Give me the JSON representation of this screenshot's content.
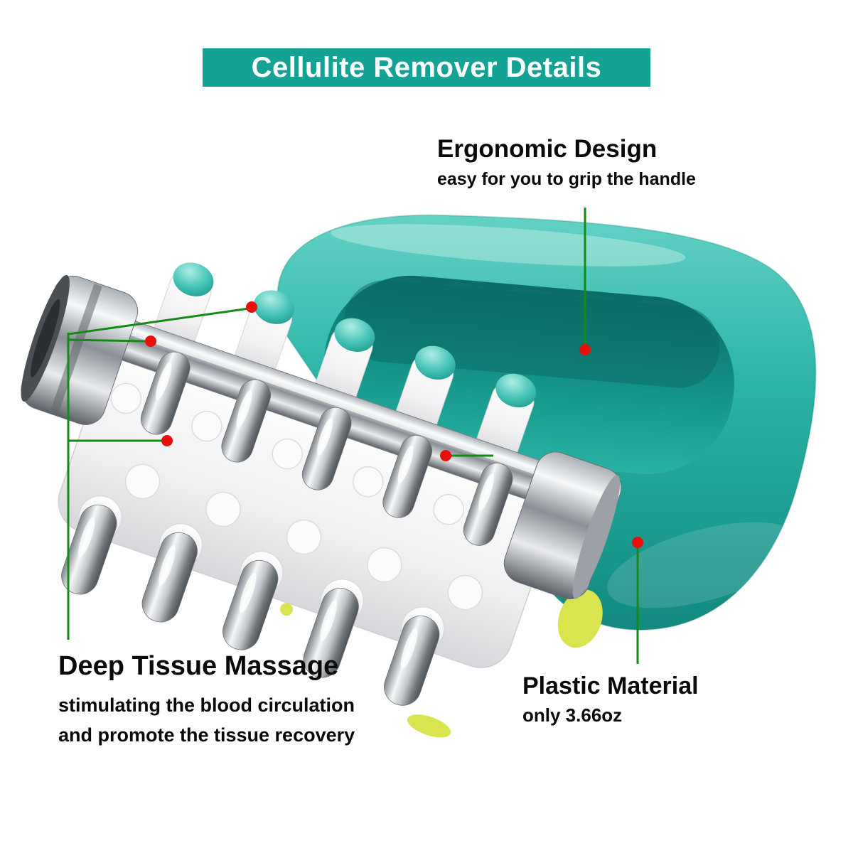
{
  "banner": {
    "title": "Cellulite Remover Details"
  },
  "callouts": {
    "ergonomic": {
      "title": "Ergonomic Design",
      "subtitle": "easy for you to grip the handle"
    },
    "deep_tissue": {
      "title": "Deep Tissue Massage",
      "line1": "stimulating the blood circulation",
      "line2": "and promote the tissue recovery"
    },
    "plastic": {
      "title": "Plastic Material",
      "subtitle": "only 3.66oz"
    }
  },
  "colors": {
    "banner_bg": "#14a295",
    "banner_text": "#ffffff",
    "handle_teal": "#2bb3a6",
    "handle_recess_teal": "#16958a",
    "callout_line_green": "#168a16",
    "callout_dot_red": "#e8100c",
    "body_text": "#0a0a0a",
    "roller_white": "#f0f0f2",
    "chrome": "#c2c6ca",
    "accent_yellow": "#d9e44e"
  },
  "illustration": {
    "description": "teal handheld cellulite remover massage roller with chrome massage pins and teal-tipped rollers"
  }
}
